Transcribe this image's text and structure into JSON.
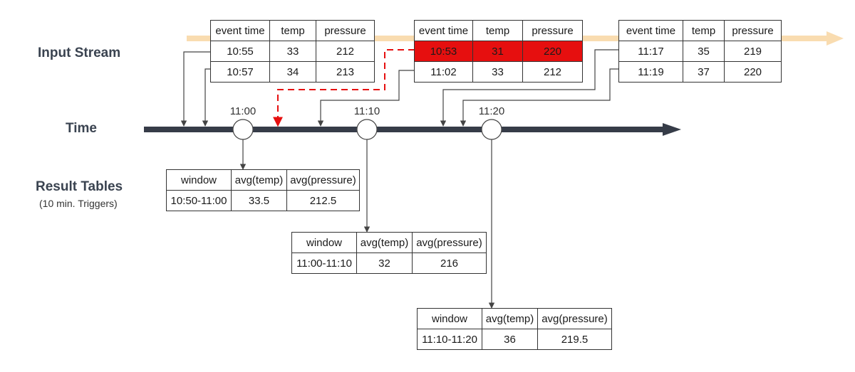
{
  "labels": {
    "input_stream": "Input Stream",
    "time": "Time",
    "result_tables": "Result Tables",
    "result_tables_sub": "(10 min. Triggers)"
  },
  "time_ticks": [
    "11:00",
    "11:10",
    "11:20"
  ],
  "input_tables": [
    {
      "headers": [
        "event time",
        "temp",
        "pressure"
      ],
      "rows": [
        [
          "10:55",
          "33",
          "212"
        ],
        [
          "10:57",
          "34",
          "213"
        ]
      ]
    },
    {
      "headers": [
        "event time",
        "temp",
        "pressure"
      ],
      "rows": [
        [
          "10:53",
          "31",
          "220"
        ],
        [
          "11:02",
          "33",
          "212"
        ]
      ],
      "late_row": 0
    },
    {
      "headers": [
        "event time",
        "temp",
        "pressure"
      ],
      "rows": [
        [
          "11:17",
          "35",
          "219"
        ],
        [
          "11:19",
          "37",
          "220"
        ]
      ]
    }
  ],
  "result_tables": [
    {
      "headers": [
        "window",
        "avg(temp)",
        "avg(pressure)"
      ],
      "rows": [
        [
          "10:50-11:00",
          "33.5",
          "212.5"
        ]
      ]
    },
    {
      "headers": [
        "window",
        "avg(temp)",
        "avg(pressure)"
      ],
      "rows": [
        [
          "11:00-11:10",
          "32",
          "216"
        ]
      ]
    },
    {
      "headers": [
        "window",
        "avg(temp)",
        "avg(pressure)"
      ],
      "rows": [
        [
          "11:10-11:20",
          "36",
          "219.5"
        ]
      ]
    }
  ],
  "colors": {
    "stream_band": "#f9dcb0",
    "timeline": "#363c48",
    "late_highlight": "#e60f0f",
    "connector": "#444444"
  }
}
